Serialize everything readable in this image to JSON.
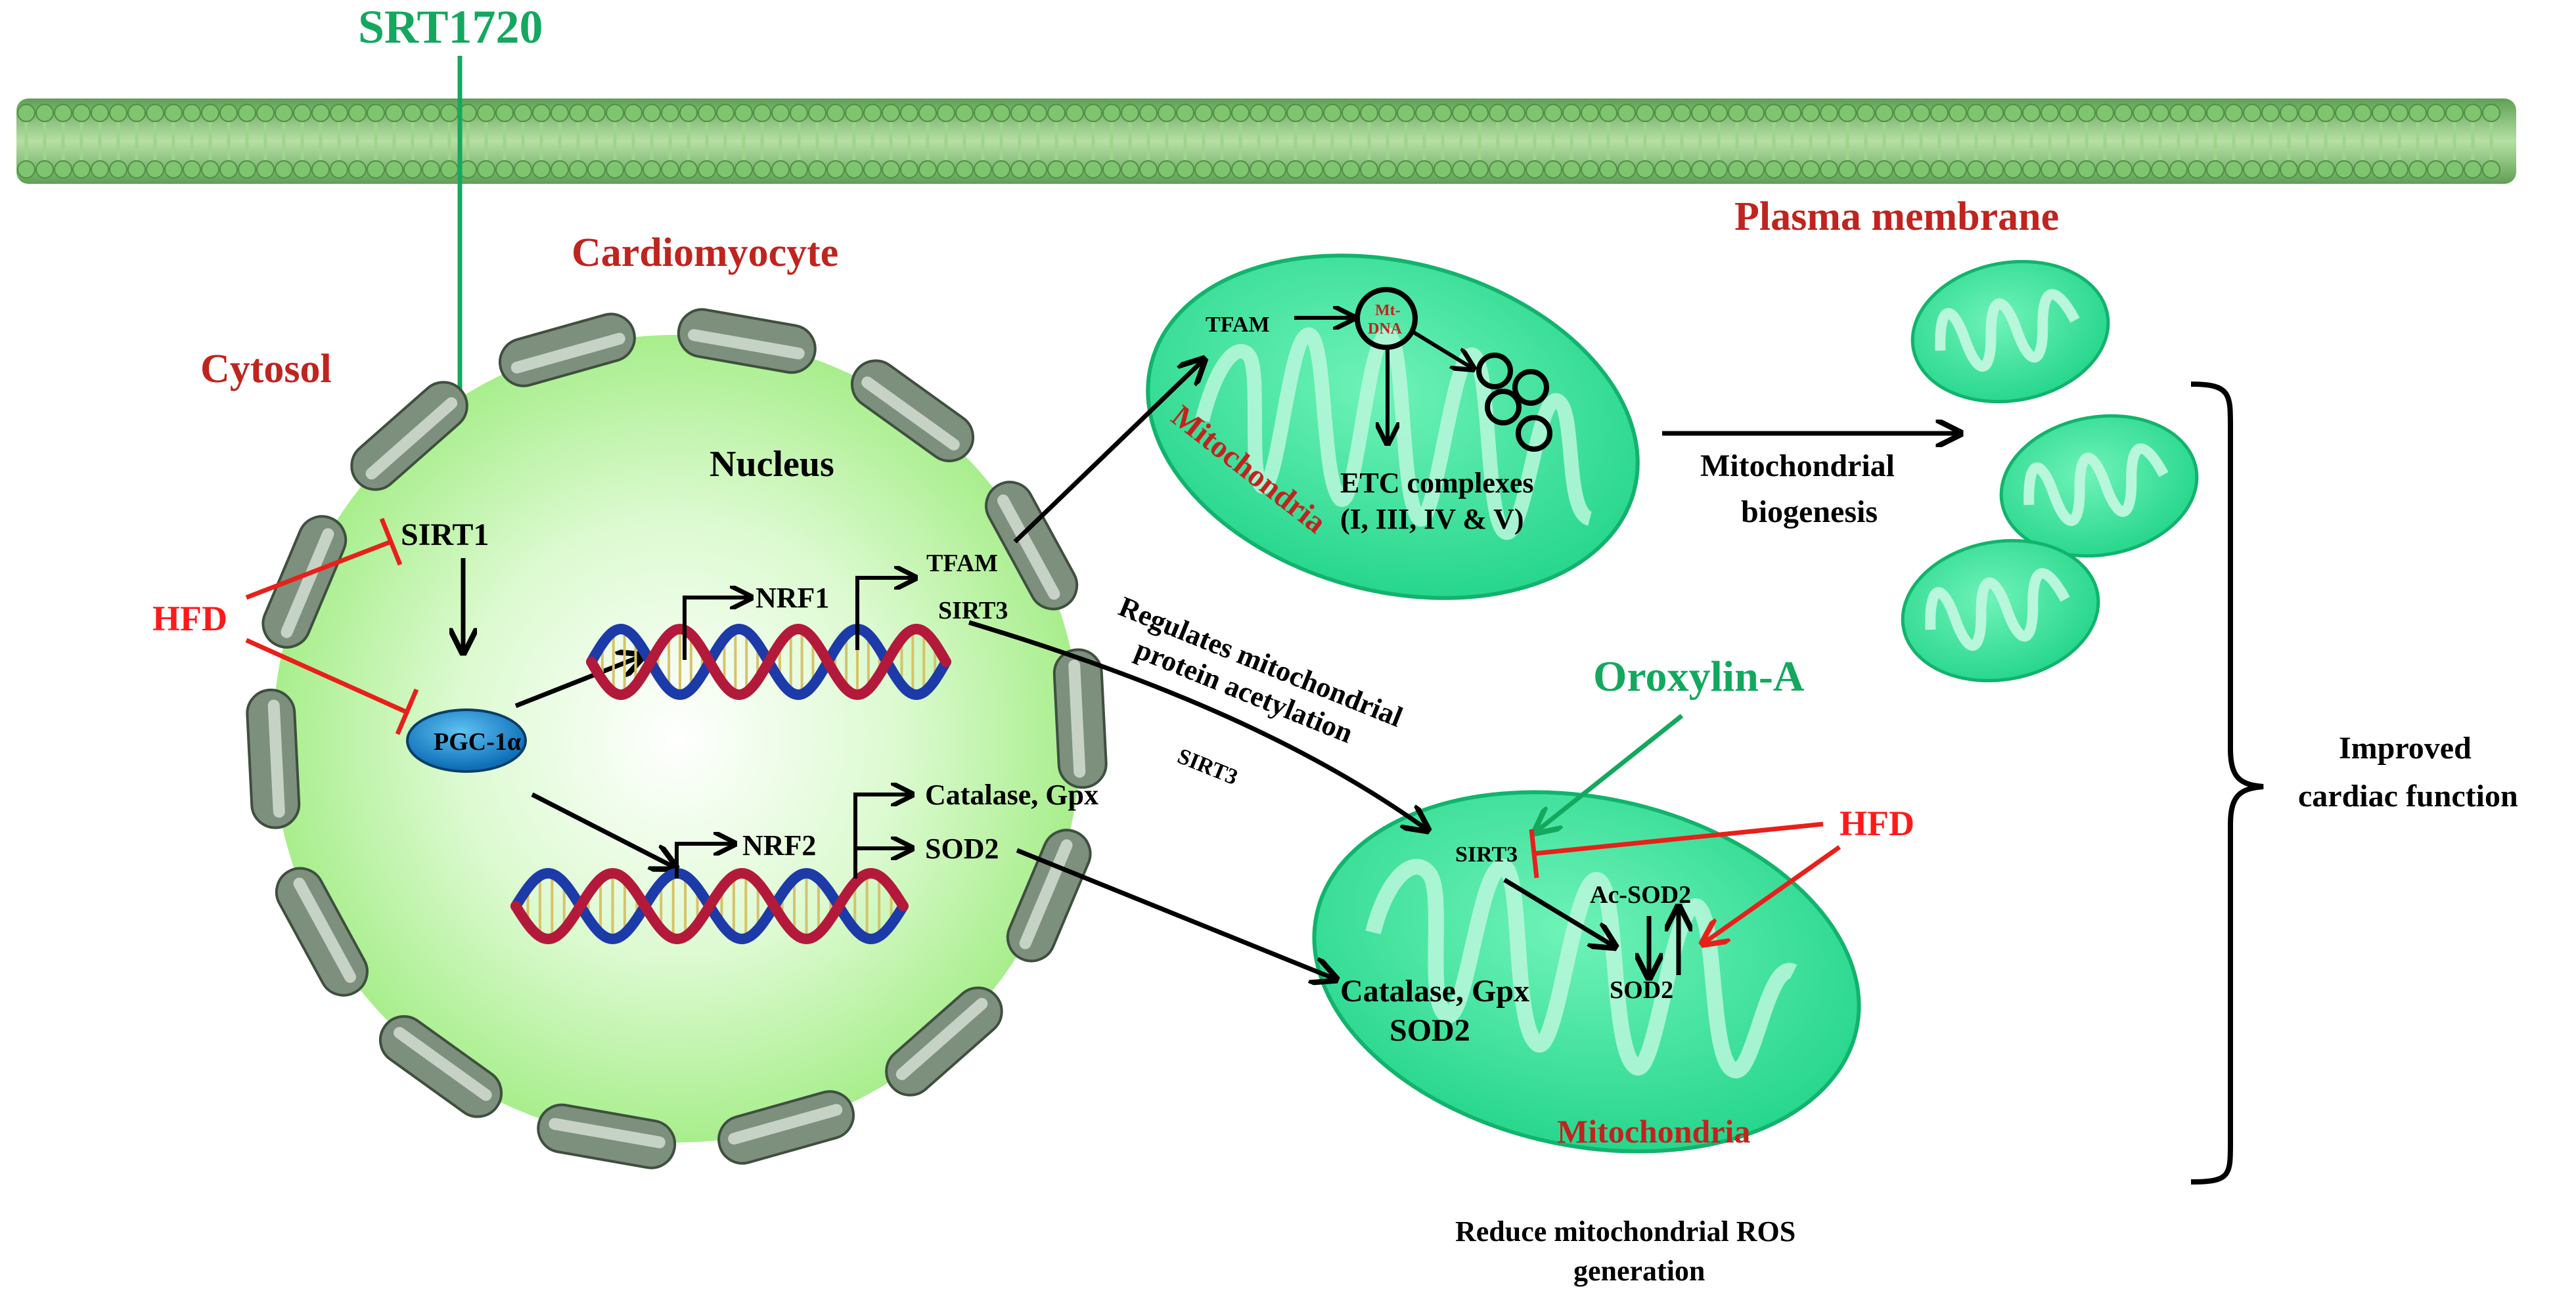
{
  "labels": {
    "drug_top": "SRT1720",
    "cardiomyocyte": "Cardiomyocyte",
    "cytosol": "Cytosol",
    "nucleus": "Nucleus",
    "sirt1": "SIRT1",
    "hfd_left": "HFD",
    "pgc1a": "PGC-1α",
    "nrf1": "NRF1",
    "tfam_nuc": "TFAM",
    "sirt3_nuc": "SIRT3",
    "nrf2": "NRF2",
    "catalase_gpx_nuc": "Catalase, Gpx",
    "sod2_nuc": "SOD2",
    "tfam_mito": "TFAM",
    "mtdna_line1": "Mt-",
    "mtdna_line2": "DNA",
    "etc_line1": "ETC complexes",
    "etc_line2": "(I, III, IV & V)",
    "mitochondria_top": "Mitochondria",
    "plasma_membrane": "Plasma membrane",
    "mito_biogenesis_line1": "Mitochondrial",
    "mito_biogenesis_line2": "biogenesis",
    "regulates_line1": "Regulates mitochondrial",
    "regulates_line2": "protein acetylation",
    "sirt3_arrow": "SIRT3",
    "oroxylin": "Oroxylin-A",
    "hfd_right": "HFD",
    "sirt3_mito": "SIRT3",
    "ac_sod2": "Ac-SOD2",
    "sod2_mito": "SOD2",
    "catalase_gpx_mito": "Catalase, Gpx",
    "sod2_mito2": "SOD2",
    "mitochondria_bottom": "Mitochondria",
    "reduce_line1": "Reduce mitochondrial ROS",
    "reduce_line2": "generation",
    "improved_line1": "Improved",
    "improved_line2": "cardiac  function"
  },
  "colors": {
    "drug_green": "#14a85f",
    "inhibitor_red": "#c0241e",
    "hfd_red": "#ff1a1a",
    "mito_green": "#3ee8a0",
    "nucleus_green": "#c8f7b4",
    "pgc_blue": "#1a8fd6",
    "dna_blue": "#1c3aa8",
    "dna_red": "#b3193a"
  }
}
